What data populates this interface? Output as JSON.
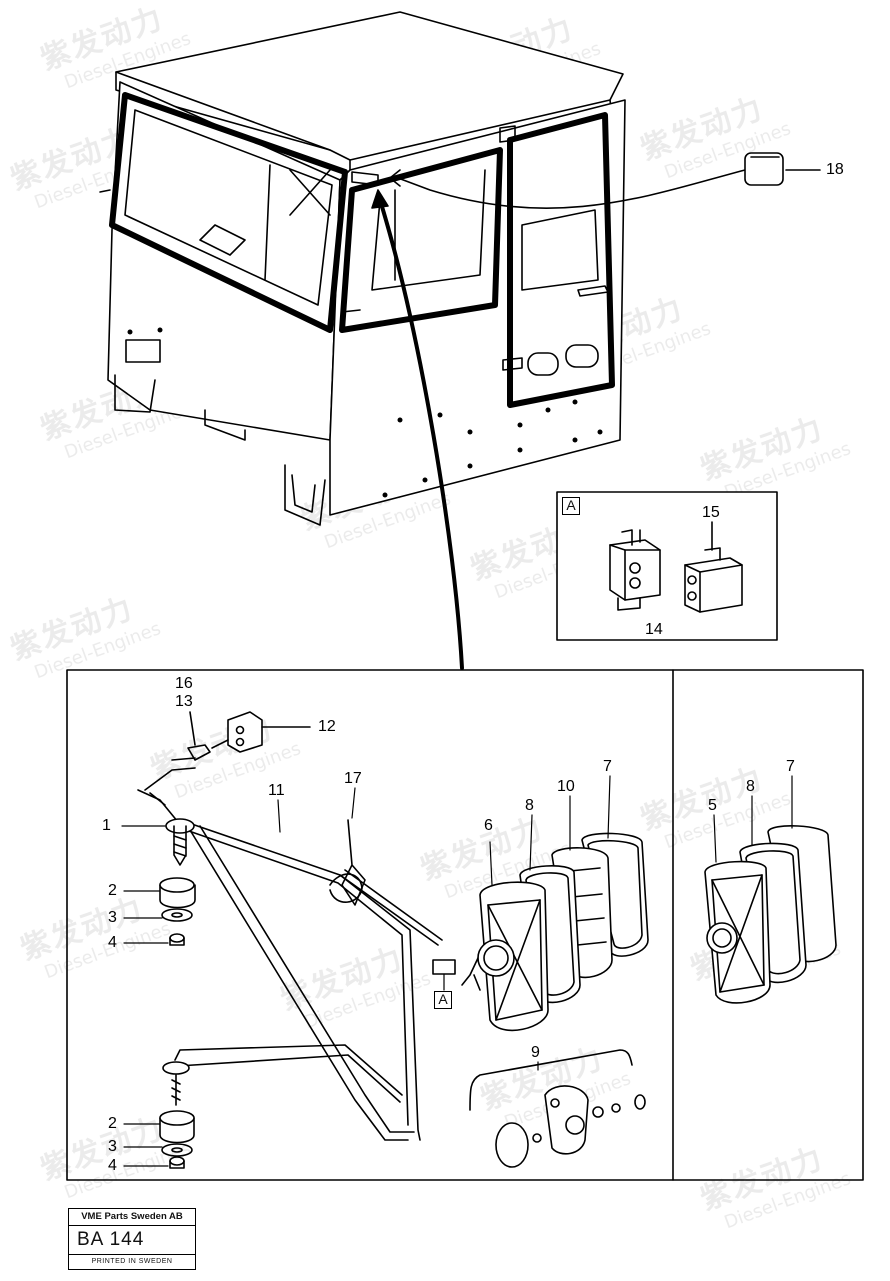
{
  "watermark": {
    "chinese": "紫发动力",
    "english": "Diesel-Engines"
  },
  "callouts": {
    "c1": "1",
    "c2a": "2",
    "c2b": "2",
    "c3a": "3",
    "c3b": "3",
    "c4a": "4",
    "c4b": "4",
    "c5": "5",
    "c6": "6",
    "c7a": "7",
    "c7b": "7",
    "c8a": "8",
    "c8b": "8",
    "c9": "9",
    "c10": "10",
    "c11": "11",
    "c12": "12",
    "c13": "13",
    "c14": "14",
    "c15": "15",
    "c16": "16",
    "c17": "17",
    "c18": "18"
  },
  "view_tags": {
    "detail_a": "A",
    "main_a": "A"
  },
  "stamp": {
    "company": "VME Parts Sweden AB",
    "code": "BA 144",
    "printed": "PRINTED IN SWEDEN"
  },
  "colors": {
    "line": "#000000",
    "background": "#ffffff",
    "watermark": "#9a9a9a"
  }
}
